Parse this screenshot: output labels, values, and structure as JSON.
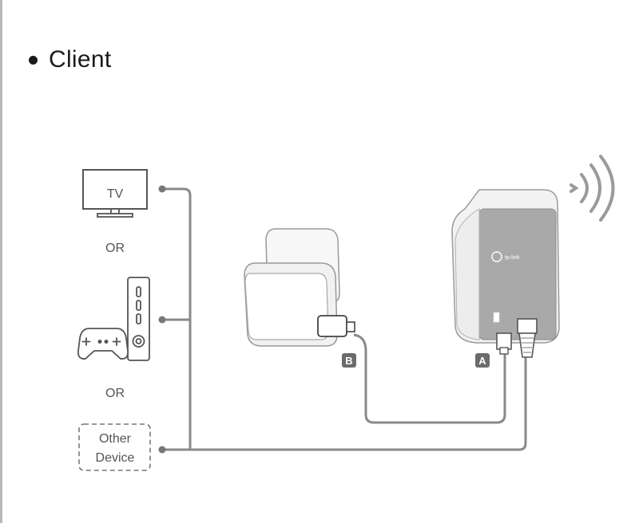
{
  "heading": {
    "title": "Client"
  },
  "devices": {
    "tv_label": "TV",
    "or_label_1": "OR",
    "or_label_2": "OR",
    "other_line1": "Other",
    "other_line2": "Device"
  },
  "badges": {
    "router_port": "A",
    "adapter_port": "B"
  },
  "router": {
    "brand": "tp-link"
  },
  "colors": {
    "line": "#8a8a8a",
    "device_outline": "#555555",
    "badge_fill": "#6b6b6b"
  }
}
